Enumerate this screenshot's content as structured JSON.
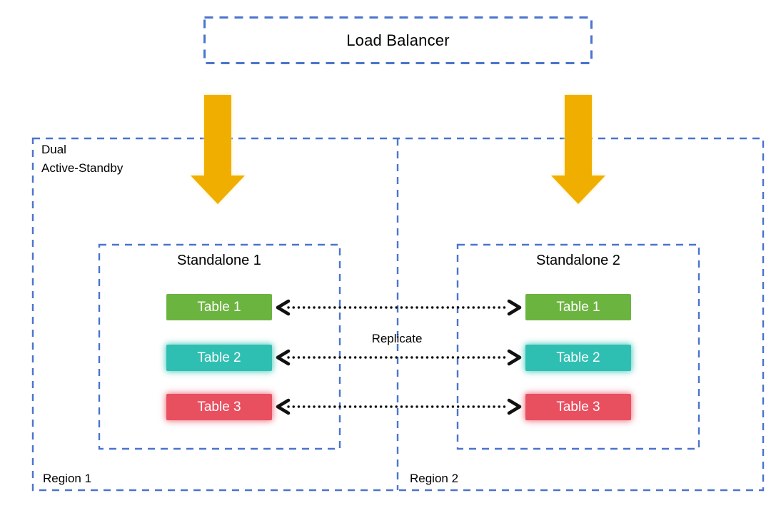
{
  "colors": {
    "dashed_border_blue": "#4A74CD",
    "arrow_gold": "#F0AF00",
    "arrow_glow": "#FFE9A8",
    "table_green": "#6CB440",
    "table_teal": "#2FBFB2",
    "table_red": "#E84F5F",
    "table_text": "#FFFFFF",
    "connector_black": "#111111"
  },
  "load_balancer": {
    "label": "Load Balancer"
  },
  "replicate_label": "Replicate",
  "regions": [
    {
      "label": "Region 1",
      "annotation": "Dual\nActive-Standby",
      "standalone": {
        "title": "Standalone 1",
        "tables": [
          {
            "label": "Table 1",
            "color": "#6CB440"
          },
          {
            "label": "Table 2",
            "color": "#2FBFB2"
          },
          {
            "label": "Table 3",
            "color": "#E84F5F"
          }
        ]
      }
    },
    {
      "label": "Region 2",
      "standalone": {
        "title": "Standalone 2",
        "tables": [
          {
            "label": "Table 1",
            "color": "#6CB440"
          },
          {
            "label": "Table 2",
            "color": "#2FBFB2"
          },
          {
            "label": "Table 3",
            "color": "#E84F5F"
          }
        ]
      }
    }
  ]
}
